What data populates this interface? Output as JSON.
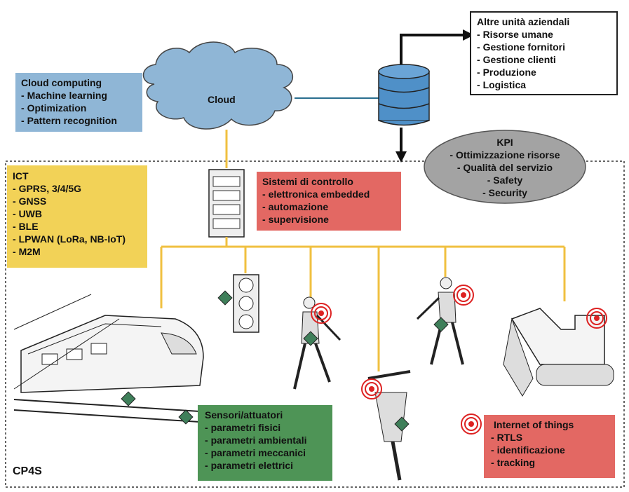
{
  "cloud": {
    "label": "Cloud"
  },
  "cloud_computing": {
    "title": "Cloud computing",
    "items": [
      "Machine learning",
      "Optimization",
      "Pattern recognition"
    ]
  },
  "altre_unita": {
    "title": "Altre unità aziendali",
    "items": [
      "Risorse umane",
      "Gestione fornitori",
      "Gestione clienti",
      "Produzione",
      "Logistica"
    ]
  },
  "kpi": {
    "title": "KPI",
    "items": [
      "Ottimizzazione risorse",
      "Qualità del servizio",
      "Safety",
      "Security"
    ]
  },
  "ict": {
    "title": "ICT",
    "items": [
      "GPRS, 3/4/5G",
      "GNSS",
      "UWB",
      "BLE",
      "LPWAN (LoRa, NB-IoT)",
      "M2M"
    ]
  },
  "sistemi": {
    "title": "Sistemi di controllo",
    "items": [
      "elettronica embedded",
      "automazione",
      "supervisione"
    ]
  },
  "sensori": {
    "title": "Sensori/attuatori",
    "items": [
      "parametri fisici",
      "parametri ambientali",
      "parametri meccanici",
      "parametri elettrici"
    ]
  },
  "iot": {
    "title": "Internet of things",
    "items": [
      "RTLS",
      "identificazione",
      "tracking"
    ]
  },
  "cp4s": {
    "label": "CP4S"
  },
  "colors": {
    "cloud_computing": "#8fb6d6",
    "ict": "#f2d257",
    "sistemi": "#e36863",
    "sensori": "#4e9456",
    "iot": "#e36863",
    "kpi": "#a3a3a3",
    "bus_line": "#f0c040",
    "sensor_marker": "#3f7f5a"
  }
}
